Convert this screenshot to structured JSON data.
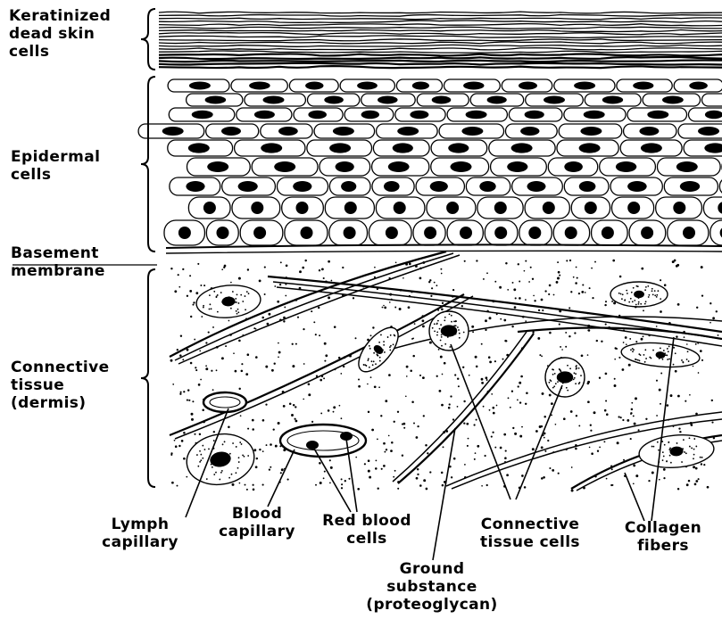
{
  "labels": {
    "keratinized": [
      "Keratinized",
      "dead skin",
      "cells"
    ],
    "epidermal": [
      "Epidermal",
      "cells"
    ],
    "basement": [
      "Basement",
      "membrane"
    ],
    "connective": [
      "Connective",
      "tissue",
      "(dermis)"
    ],
    "lymph": [
      "Lymph",
      "capillary"
    ],
    "blood": [
      "Blood",
      "capillary"
    ],
    "red_blood": [
      "Red blood",
      "cells"
    ],
    "ct_cells": [
      "Connective",
      "tissue cells"
    ],
    "collagen": [
      "Collagen",
      "fibers"
    ],
    "ground": [
      "Ground",
      "substance",
      "(proteoglycan)"
    ]
  },
  "colors": {
    "ink": "#000000",
    "paper": "#ffffff"
  }
}
